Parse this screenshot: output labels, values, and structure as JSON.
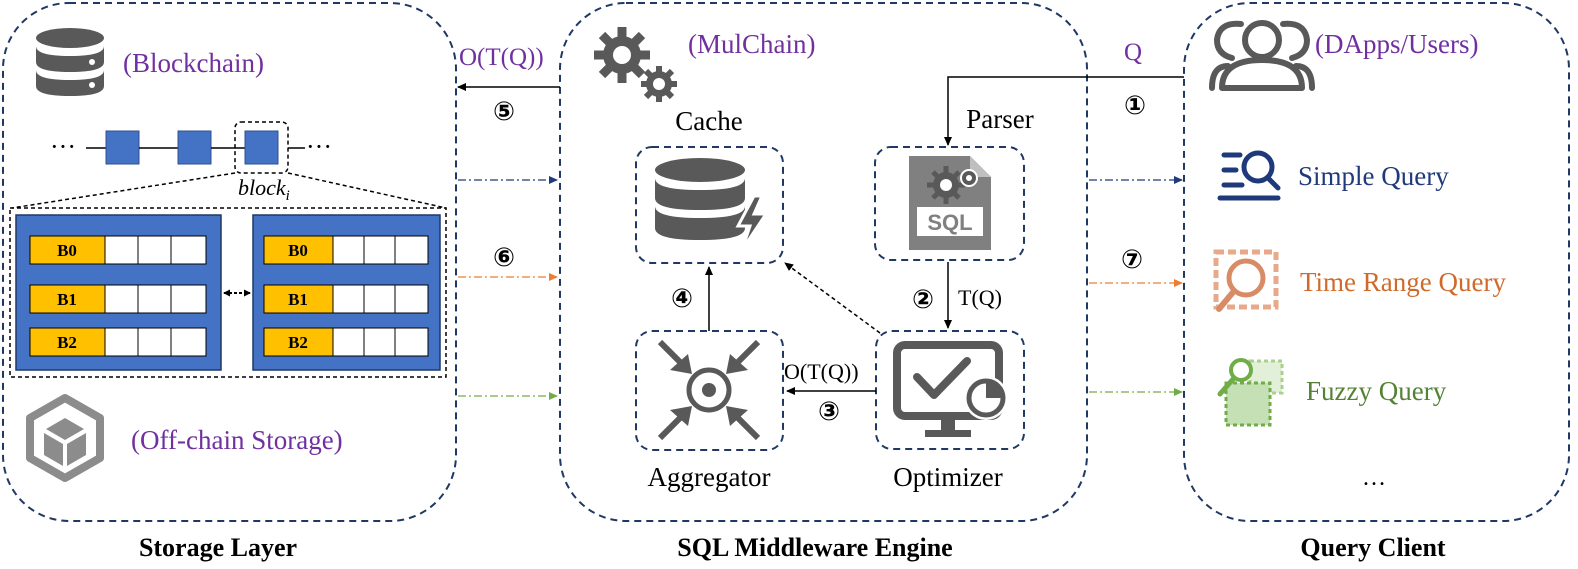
{
  "colors": {
    "frame": "#1F3864",
    "purple": "#7030A0",
    "block_blue": "#4472C4",
    "block_gold": "#FFC000",
    "icon_gray": "#595959",
    "navy": "#1F3A7A",
    "orange": "#D06A2B",
    "green": "#70AD47"
  },
  "storage": {
    "caption": "Storage Layer",
    "blockchain_label": "(Blockchain)",
    "offchain_label": "(Off-chain Storage)",
    "chain_ellipsis_left": "···",
    "chain_ellipsis_right": "···",
    "block_label_base": "block",
    "block_label_sub": "i",
    "rows": [
      "B0",
      "B1",
      "B2"
    ],
    "icons": [
      "database-icon",
      "package-icon"
    ]
  },
  "middleware": {
    "caption": "SQL Middleware Engine",
    "mulchain_label": "(MulChain)",
    "cache_label": "Cache",
    "parser_label": "Parser",
    "aggregator_label": "Aggregator",
    "optimizer_label": "Optimizer",
    "sql_text": "SQL",
    "icons": [
      "gears-icon",
      "cache-database-icon",
      "sql-file-icon",
      "aggregator-icon",
      "optimizer-monitor-icon"
    ]
  },
  "client": {
    "caption": "Query Client",
    "users_label": "(DApps/Users)",
    "simple_query": "Simple Query",
    "time_range_query": "Time Range Query",
    "fuzzy_query": "Fuzzy Query",
    "ellipsis": "…",
    "icons": [
      "users-icon",
      "simple-query-icon",
      "time-range-query-icon",
      "fuzzy-query-icon"
    ]
  },
  "flow": {
    "q_label": "Q",
    "otq_top": "O(T(Q))",
    "otq_mid": "O(T(Q))",
    "tq_label": "T(Q)",
    "steps": [
      "①",
      "②",
      "③",
      "④",
      "⑤",
      "⑥",
      "⑦"
    ]
  }
}
